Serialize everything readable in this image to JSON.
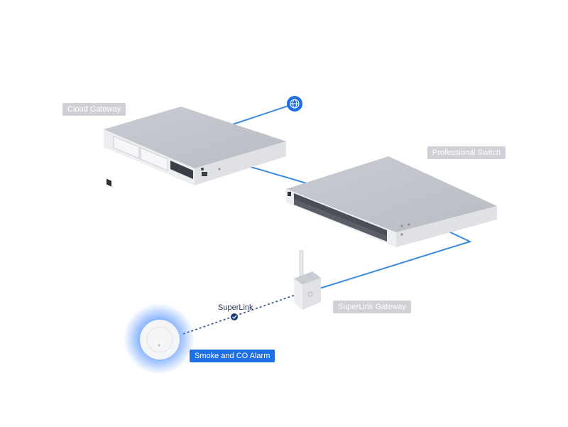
{
  "labels": {
    "cloud_gateway": "Cloud Gateway",
    "professional_switch": "Professional Switch",
    "superlink_gateway": "SuperLink Gateway",
    "smoke_alarm": "Smoke and CO Alarm",
    "superlink": "SuperLink"
  },
  "icons": {
    "internet": "globe-icon",
    "wireless_link": "checkmark-icon"
  },
  "colors": {
    "accent": "#1f6fe5",
    "link_line": "#3a8be0",
    "wireless_line": "#2b4f8f",
    "label_gray": "#cfd1d6",
    "device_body": "#d9dbe0"
  }
}
